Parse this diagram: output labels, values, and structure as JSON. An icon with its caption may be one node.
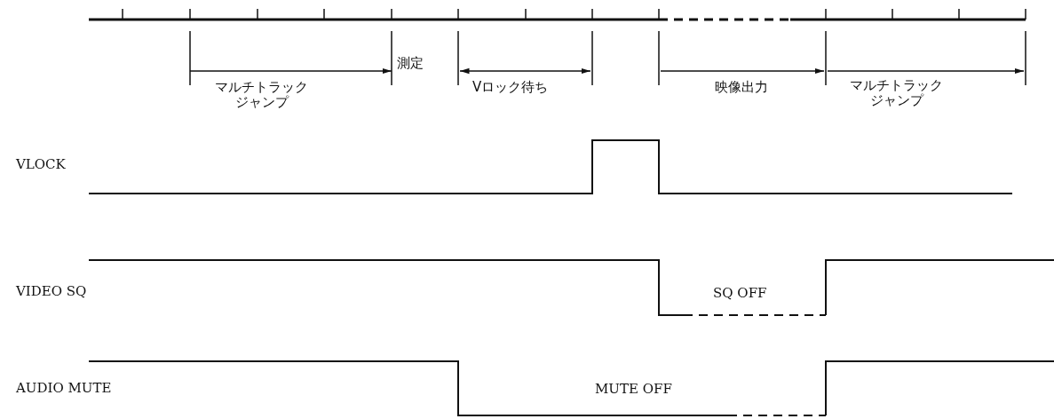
{
  "diagram": {
    "labels": [
      "マルチトラックジャンプ",
      "測定",
      "Vロック待ち",
      "映像出力",
      "マルチトラックジャンプ",
      "VLOCK",
      "VIDEO SQ",
      "SQ OFF",
      "AUDIO MUTE",
      "MUTE OFF"
    ]
  }
}
